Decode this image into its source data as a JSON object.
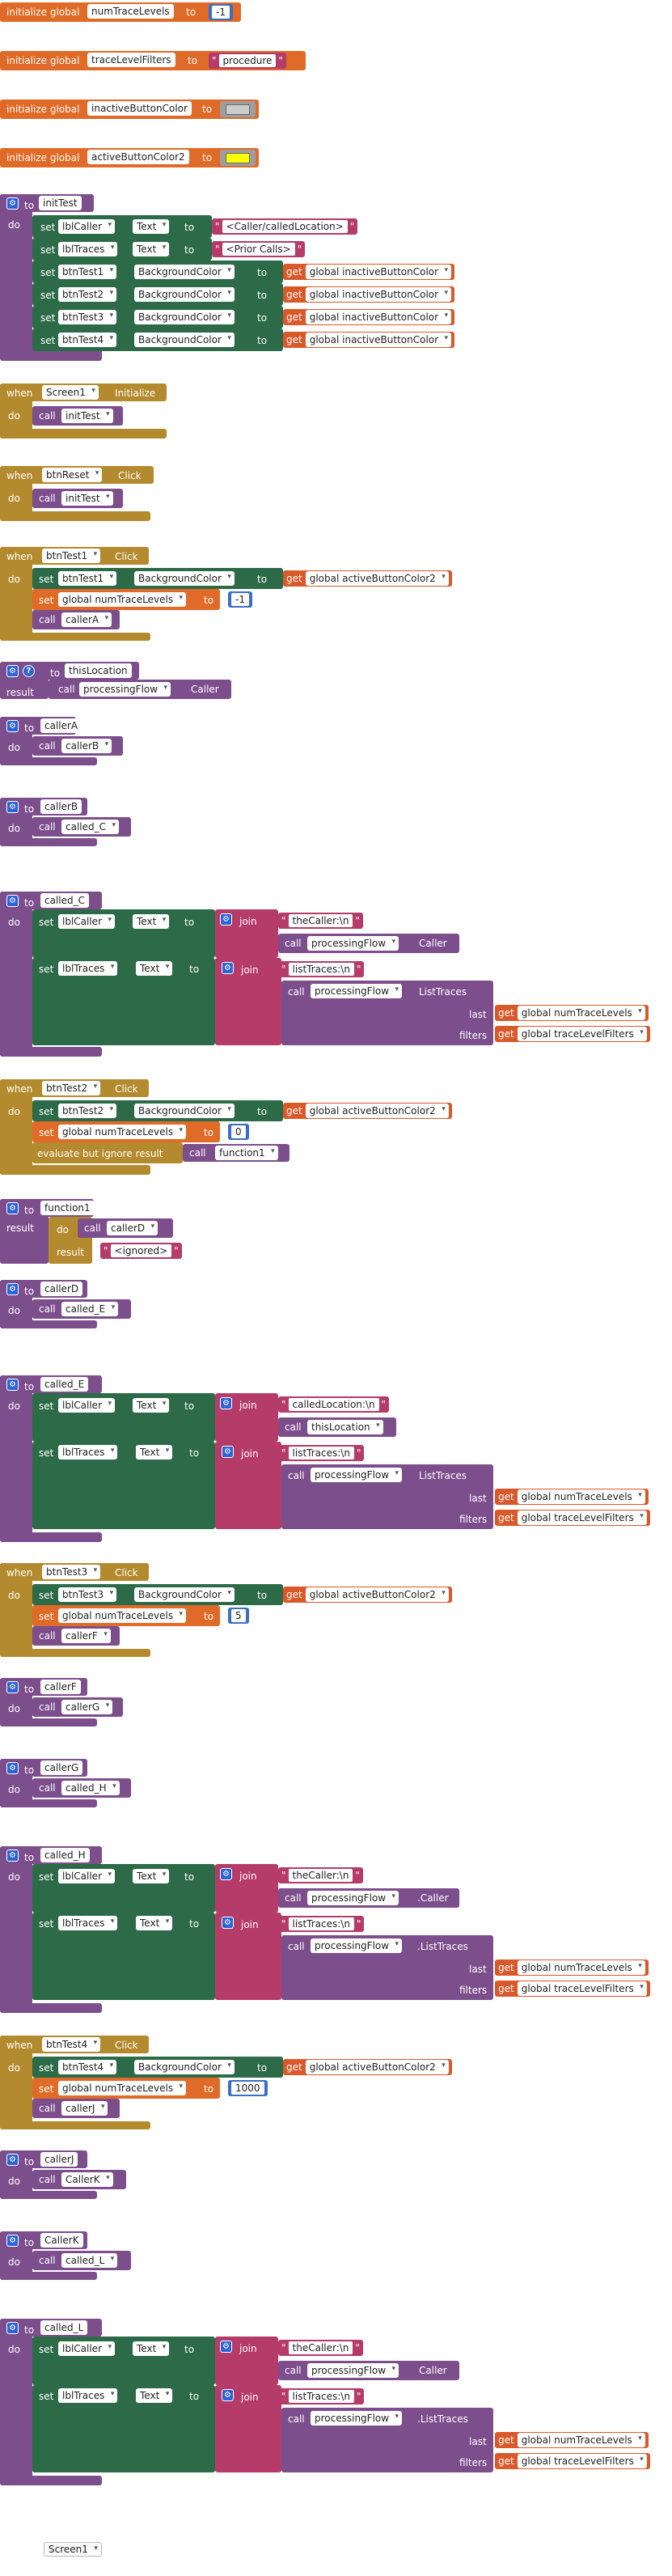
{
  "colors": {
    "orange": "#e06a27",
    "gold": "#b48a2e",
    "purple": "#7d4e8c",
    "green": "#2c6a48",
    "pink": "#b53b68",
    "blue": "#3a6fc4",
    "inactive": "#cccccc",
    "active": "#ffff00"
  },
  "kw": {
    "init_global": "initialize global",
    "to": "to",
    "do": "do",
    "set": "set",
    "when": "when",
    "call": "call",
    "result": "result",
    "join": "join",
    "get": "get",
    "last": "last",
    "filters": "filters",
    "evaluate": "evaluate but ignore result"
  },
  "globals": [
    {
      "name": "numTraceLevels",
      "value": "-1"
    },
    {
      "name": "traceLevelFilters",
      "value": "procedure"
    },
    {
      "name": "inactiveButtonColor"
    },
    {
      "name": "activeButtonColor2"
    }
  ],
  "initTest": {
    "name": "initTest",
    "lblCaller": "lblCaller",
    "lblTraces": "lblTraces",
    "text": "Text",
    "caller_str": "<Caller/calledLocation>",
    "traces_str": "<Prior Calls>",
    "btns": [
      "btnTest1",
      "btnTest2",
      "btnTest3",
      "btnTest4"
    ],
    "bg": "BackgroundColor",
    "inactive": "global inactiveButtonColor"
  },
  "screen1": {
    "comp": "Screen1",
    "event": "Initialize",
    "call": "initTest"
  },
  "btnReset": {
    "comp": "btnReset",
    "event": "Click",
    "call": "initTest"
  },
  "btnTest1": {
    "comp": "btnTest1",
    "event": "Click",
    "bg": "BackgroundColor",
    "active": "global activeButtonColor2",
    "lvl": "global numTraceLevels",
    "num": "-1",
    "call": "callerA"
  },
  "thisLocation": {
    "name": "thisLocation",
    "comp": "processingFlow",
    "method": "Caller"
  },
  "callerA": {
    "name": "callerA",
    "call": "callerB"
  },
  "callerB": {
    "name": "callerB",
    "call": "called_C"
  },
  "called_C": {
    "name": "called_C",
    "callerStr": "theCaller:\\n",
    "flow": "processingFlow",
    "caller": "Caller",
    "tracesStr": "listTraces:\\n",
    "listTraces": "ListTraces",
    "gLevels": "global numTraceLevels",
    "gFilters": "global traceLevelFilters"
  },
  "btnTest2": {
    "comp": "btnTest2",
    "event": "Click",
    "num": "0",
    "fn": "function1"
  },
  "function1": {
    "name": "function1",
    "call": "callerD",
    "str": "<ignored>"
  },
  "callerD": {
    "name": "callerD",
    "call": "called_E"
  },
  "called_E": {
    "name": "called_E",
    "callerStr": "calledLocation:\\n",
    "thisLoc": "thisLocation",
    "tracesStr": "listTraces:\\n"
  },
  "btnTest3": {
    "comp": "btnTest3",
    "event": "Click",
    "num": "5",
    "call": "callerF"
  },
  "callerF": {
    "name": "callerF",
    "call": "callerG"
  },
  "callerG": {
    "name": "callerG",
    "call": "called_H"
  },
  "called_H": {
    "name": "called_H",
    "caller": ".Caller",
    "listTraces": ".ListTraces"
  },
  "btnTest4": {
    "comp": "btnTest4",
    "event": "Click",
    "num": "1000",
    "call": "callerJ"
  },
  "callerJ": {
    "name": "callerJ",
    "call": "CallerK"
  },
  "callerK": {
    "name": "CallerK",
    "call": "called_L"
  },
  "called_L": {
    "name": "called_L"
  },
  "footer": {
    "screen": "Screen1"
  }
}
